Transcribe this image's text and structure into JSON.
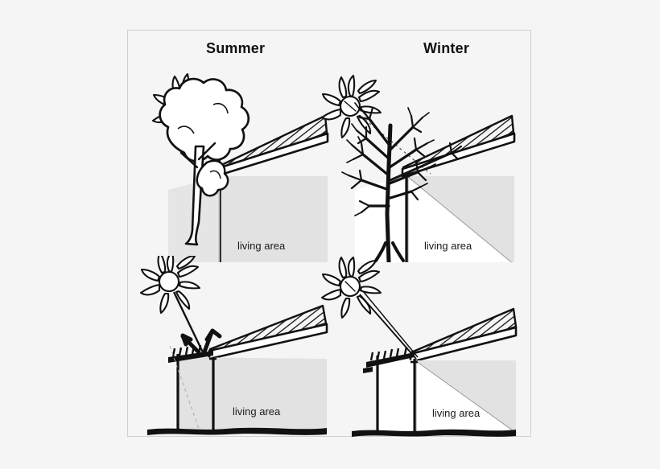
{
  "figure": {
    "background_color": "#f5f5f5",
    "frame_border_color": "#cfcfcf",
    "wall_fill_color": "#e2e2e2",
    "ink_color": "#111111",
    "titles": {
      "summer": "Summer",
      "winter": "Winter"
    },
    "labels": {
      "living_area": "living area"
    },
    "panels": [
      {
        "id": "summer-tree",
        "season": "Summer",
        "strategy": "deciduous-tree-shading",
        "room_label": "living area",
        "sun_position": "high",
        "tree_state": "in-leaf",
        "sunlight_enters_living_area": false
      },
      {
        "id": "winter-tree",
        "season": "Winter",
        "strategy": "deciduous-tree-shading",
        "room_label": "living area",
        "sun_position": "low",
        "tree_state": "bare",
        "sunlight_enters_living_area": true
      },
      {
        "id": "summer-eave",
        "season": "Summer",
        "strategy": "eave-overhang-shading",
        "room_label": "living area",
        "sun_position": "high",
        "sunlight_enters_living_area": false
      },
      {
        "id": "winter-eave",
        "season": "Winter",
        "strategy": "eave-overhang-shading",
        "room_label": "living area",
        "sun_position": "low",
        "sunlight_enters_living_area": true
      }
    ]
  }
}
